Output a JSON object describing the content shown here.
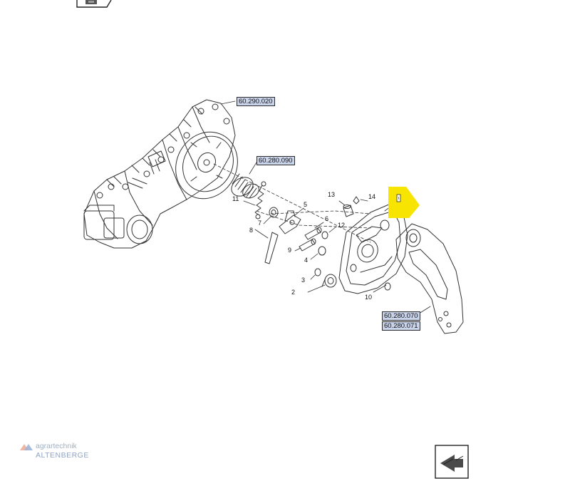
{
  "references": [
    {
      "id": "ref-60-290-020",
      "text": "60.290.020"
    },
    {
      "id": "ref-60-280-090",
      "text": "60.280.090"
    },
    {
      "id": "ref-60-280-070",
      "text": "60.280.070"
    },
    {
      "id": "ref-60-280-071",
      "text": "60.280.071"
    }
  ],
  "callouts": [
    "2",
    "3",
    "4",
    "5",
    "6",
    "7",
    "8",
    "9",
    "10",
    "11",
    "12",
    "13",
    "14"
  ],
  "watermark": {
    "line1": "agrartechnik",
    "line2": "ALTENBERGE"
  },
  "icons": {
    "top_nav": "parts-catalog-icon",
    "bottom_nav": "back-arrow-icon",
    "highlight": "highlight-marker-icon"
  },
  "colors": {
    "highlight": "#f7e400",
    "reference_fill": "#c9d3ea",
    "line": "#333333"
  }
}
